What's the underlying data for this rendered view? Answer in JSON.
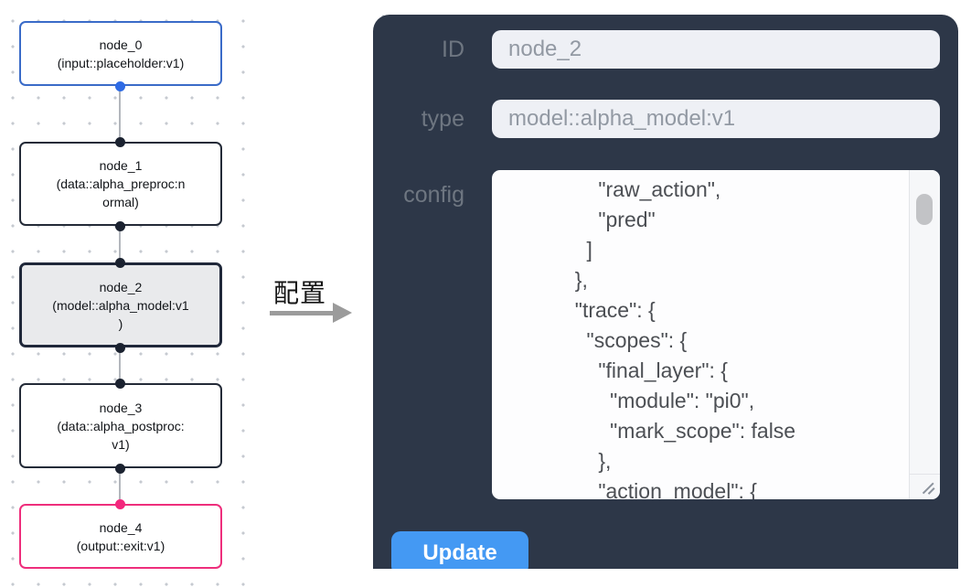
{
  "colors": {
    "panel_bg": "#2d3748",
    "accent_blue": "#4499f3",
    "input_node_border": "#3a6bc8",
    "default_node_border": "#242b38",
    "selected_node_border": "#20283a",
    "selected_node_bg": "#e9eaec",
    "output_node_border": "#ee2e7c",
    "port_blue": "#2e6be5",
    "port_dark": "#1b2230",
    "port_pink": "#f3277d"
  },
  "graph": {
    "nodes": [
      {
        "id": "node_0",
        "label": "node_0\n(input::placeholder:v1)",
        "border_color": "#3a6bc8",
        "border_width": "2px",
        "bg_color": "#ffffff"
      },
      {
        "id": "node_1",
        "label": "node_1\n(data::alpha_preproc:n\normal)",
        "border_color": "#242b38",
        "border_width": "2px",
        "bg_color": "#ffffff"
      },
      {
        "id": "node_2",
        "label": "node_2\n(model::alpha_model:v1\n)",
        "border_color": "#20283a",
        "border_width": "3px",
        "bg_color": "#e9eaec"
      },
      {
        "id": "node_3",
        "label": "node_3\n(data::alpha_postproc:\nv1)",
        "border_color": "#242b38",
        "border_width": "2px",
        "bg_color": "#ffffff"
      },
      {
        "id": "node_4",
        "label": "node_4\n(output::exit:v1)",
        "border_color": "#ee2e7c",
        "border_width": "2px",
        "bg_color": "#ffffff"
      }
    ],
    "ports": [
      {
        "color": "#2e6be5"
      },
      {
        "color": "#1b2230"
      },
      {
        "color": "#1b2230"
      },
      {
        "color": "#1b2230"
      },
      {
        "color": "#1b2230"
      },
      {
        "color": "#1b2230"
      },
      {
        "color": "#1b2230"
      },
      {
        "color": "#f3277d"
      }
    ]
  },
  "middle": {
    "arrow_label": "配置"
  },
  "panel": {
    "fields": {
      "id": {
        "label": "ID",
        "value": "node_2"
      },
      "type": {
        "label": "type",
        "value": "model::alpha_model:v1"
      },
      "config": {
        "label": "config"
      }
    },
    "config_text": "      \"raw_action\",\n      \"pred\"\n    ]\n  },\n  \"trace\": {\n    \"scopes\": {\n      \"final_layer\": {\n        \"module\": \"pi0\",\n        \"mark_scope\": false\n      },\n      \"action_model\": {",
    "update_label": "Update"
  }
}
